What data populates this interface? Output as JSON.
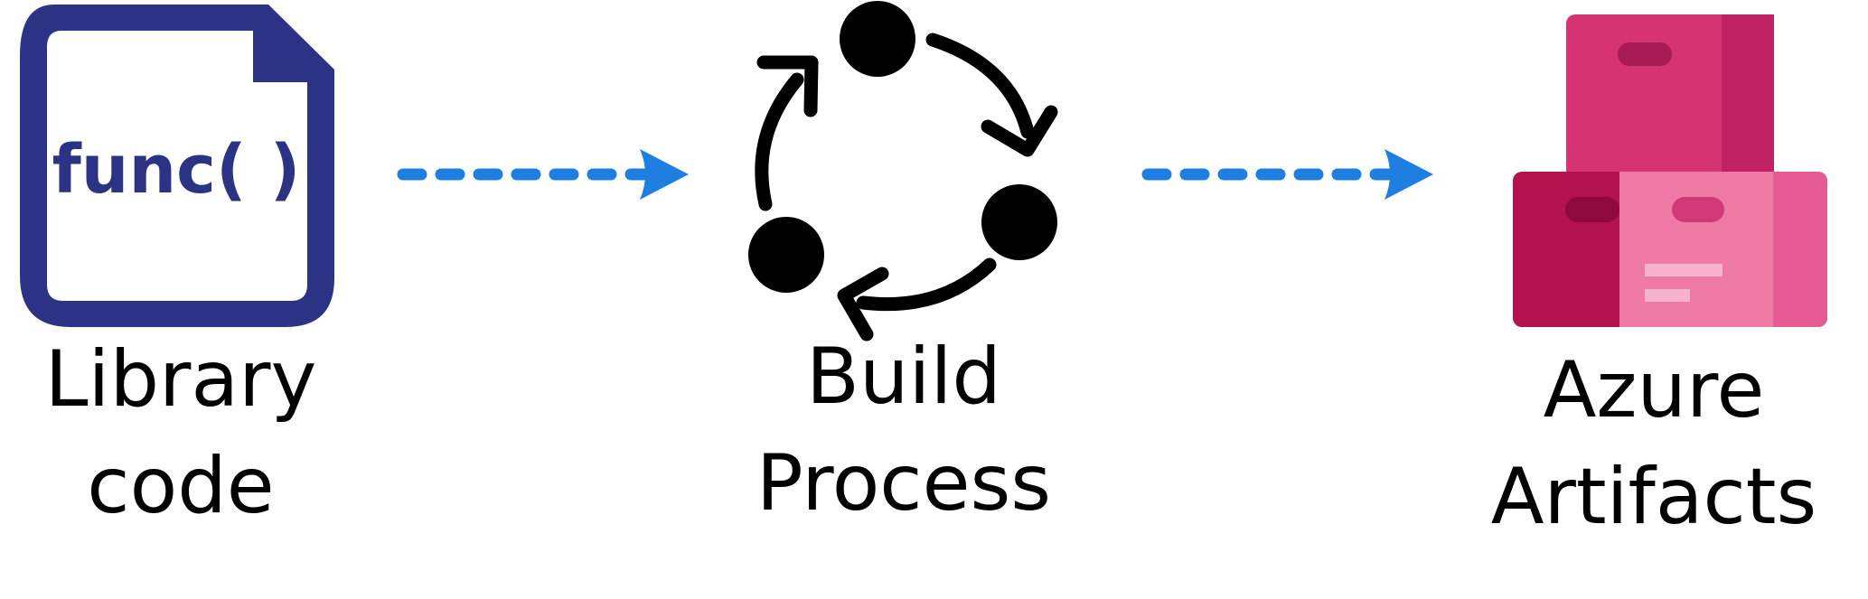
{
  "nodes": {
    "library": {
      "icon": "code-file-icon",
      "icon_text": "func( )",
      "label_lines": [
        "Library",
        "code"
      ]
    },
    "build": {
      "icon": "build-cycle-icon",
      "label_lines": [
        "Build",
        "Process"
      ]
    },
    "azure": {
      "icon": "stacked-boxes-icon",
      "label_lines": [
        "Azure",
        "Artifacts"
      ]
    }
  },
  "colors": {
    "doc_navy": "#2c3384",
    "arrow_blue": "#1f7fe0",
    "box_pink": "#d63373",
    "box_magenta": "#b3124f",
    "box_light_pink": "#f07aa6",
    "cycle_black": "#000000"
  }
}
